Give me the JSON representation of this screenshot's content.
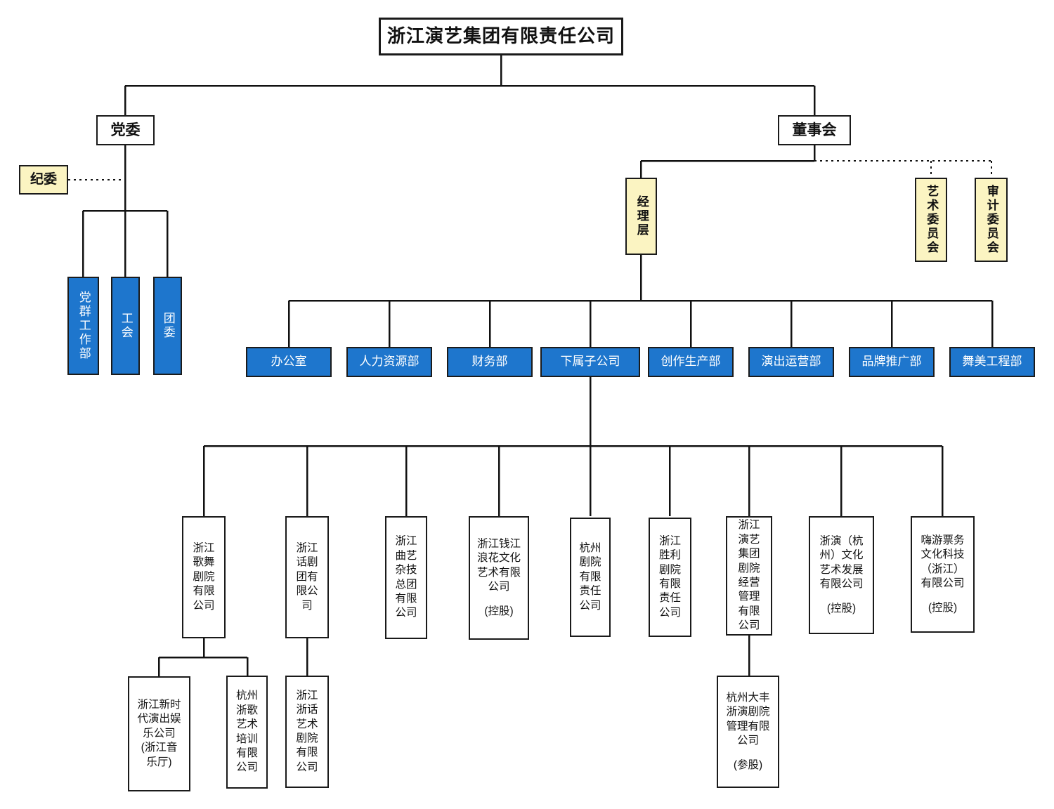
{
  "colors": {
    "blue": "#1e76cd",
    "yellow": "#fbf4c2",
    "line": "#111111",
    "box_border": "#1a1a1a",
    "text_on_blue": "#ffffff"
  },
  "root": {
    "label": "浙江演艺集团有限责任公司"
  },
  "party": {
    "label": "党委",
    "discipline": {
      "label": "纪委"
    },
    "departments": [
      {
        "label": "党群工作部"
      },
      {
        "label": "工会"
      },
      {
        "label": "团委"
      }
    ]
  },
  "board": {
    "label": "董事会",
    "management": {
      "label": "经理层"
    },
    "committees": [
      {
        "label": "艺术委员会"
      },
      {
        "label": "审计委员会"
      }
    ]
  },
  "departments": [
    {
      "label": "办公室"
    },
    {
      "label": "人力资源部"
    },
    {
      "label": "财务部"
    },
    {
      "label": "下属子公司"
    },
    {
      "label": "创作生产部"
    },
    {
      "label": "演出运营部"
    },
    {
      "label": "品牌推广部"
    },
    {
      "label": "舞美工程部"
    }
  ],
  "subsidiaries": [
    {
      "name": "浙江歌舞剧院有限公司"
    },
    {
      "name": "浙江话剧团有限公司"
    },
    {
      "name": "浙江曲艺杂技总团有限公司"
    },
    {
      "name": "浙江钱江浪花文化艺术有限公司",
      "note": "(控股)"
    },
    {
      "name": "杭州剧院有限责任公司"
    },
    {
      "name": "浙江胜利剧院有限责任公司"
    },
    {
      "name": "浙江演艺集团剧院经营管理有限公司"
    },
    {
      "name": "浙演（杭州）文化艺术发展有限公司",
      "note": "(控股)"
    },
    {
      "name": "嗨游票务文化科技（浙江）有限公司",
      "note": "(控股)"
    }
  ],
  "sub_subsidiaries": [
    {
      "name": "浙江新时代演出娱乐公司(浙江音乐厅)"
    },
    {
      "name": "杭州浙歌艺术培训有限公司"
    },
    {
      "name": "浙江浙话艺术剧院有限公司"
    },
    {
      "name": "杭州大丰浙演剧院管理有限公司",
      "note": "(参股)"
    }
  ]
}
